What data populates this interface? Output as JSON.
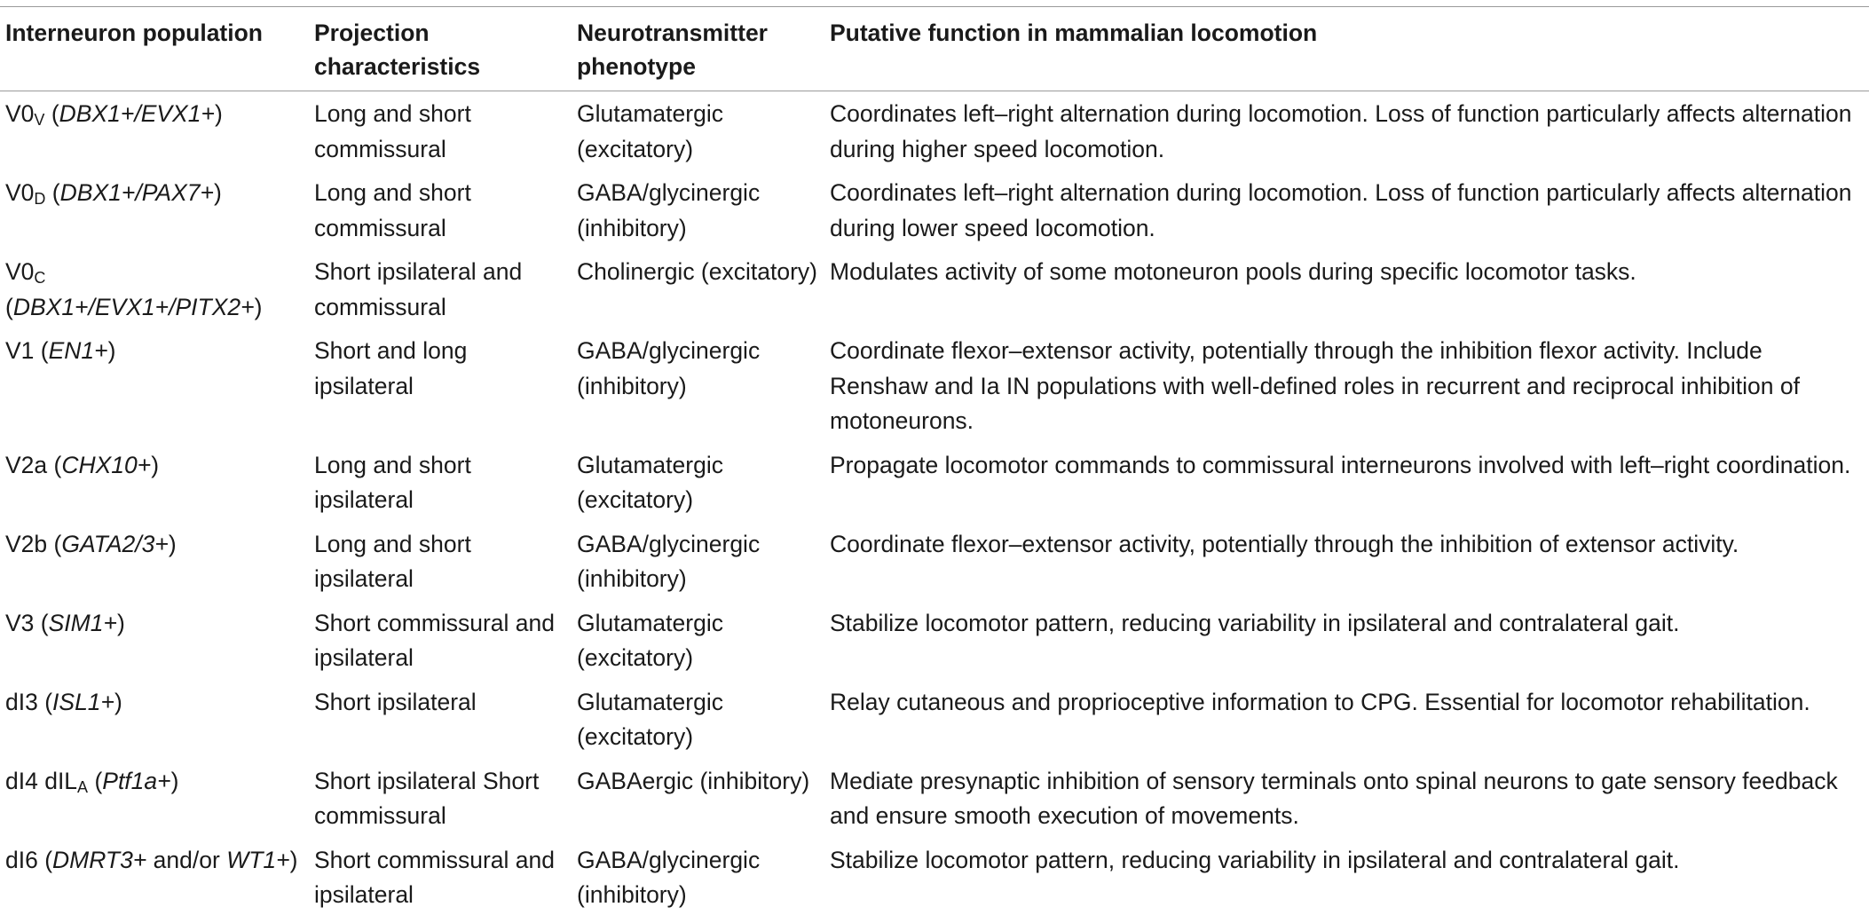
{
  "headers": {
    "population": "Interneuron population",
    "projection": "Projection characteristics",
    "neurotransmitter": "Neurotransmitter phenotype",
    "function": "Putative function in mammalian locomotion"
  },
  "rows": [
    {
      "pop": {
        "name": "V0",
        "sub": "V",
        "gene": "DBX1+/EVX1+",
        "prefix": " (",
        "suffix": ")"
      },
      "projection": "Long and short commissural",
      "neurotransmitter": "Glutamatergic (excitatory)",
      "function": "Coordinates left–right alternation during locomotion. Loss of function particularly affects alternation during higher speed locomotion."
    },
    {
      "pop": {
        "name": "V0",
        "sub": "D",
        "gene": "DBX1+/PAX7+",
        "prefix": " (",
        "suffix": ")"
      },
      "projection": "Long and short commissural",
      "neurotransmitter": "GABA/glycinergic (inhibitory)",
      "function": "Coordinates left–right alternation during locomotion. Loss of function particularly affects alternation during lower speed locomotion."
    },
    {
      "pop": {
        "name": "V0",
        "sub": "C",
        "gene": "DBX1+/EVX1+/PITX2+",
        "prefix": " (",
        "suffix": ")"
      },
      "projection": "Short ipsilateral and commissural",
      "neurotransmitter": "Cholinergic (excitatory)",
      "function": "Modulates activity of some motoneuron pools during specific locomotor tasks."
    },
    {
      "pop": {
        "name": "V1",
        "sub": "",
        "gene": "EN1+",
        "prefix": " (",
        "suffix": ")"
      },
      "projection": "Short and long ipsilateral",
      "neurotransmitter": "GABA/glycinergic (inhibitory)",
      "function": "Coordinate flexor–extensor activity, potentially through the inhibition flexor activity. Include Renshaw and Ia IN populations with well-defined roles in recurrent and reciprocal inhibition of motoneurons."
    },
    {
      "pop": {
        "name": "V2a",
        "sub": "",
        "gene": "CHX10+",
        "prefix": " (",
        "suffix": ")"
      },
      "projection": "Long and short ipsilateral",
      "neurotransmitter": "Glutamatergic (excitatory)",
      "function": "Propagate locomotor commands to commissural interneurons involved with left–right coordination."
    },
    {
      "pop": {
        "name": "V2b",
        "sub": "",
        "gene": "GATA2/3+",
        "prefix": " (",
        "suffix": ")"
      },
      "projection": "Long and short ipsilateral",
      "neurotransmitter": "GABA/glycinergic (inhibitory)",
      "function": "Coordinate flexor–extensor activity, potentially through the inhibition of extensor activity."
    },
    {
      "pop": {
        "name": "V3",
        "sub": "",
        "gene": "SIM1+",
        "prefix": " (",
        "suffix": ")"
      },
      "projection": "Short commissural and ipsilateral",
      "neurotransmitter": "Glutamatergic (excitatory)",
      "function": "Stabilize locomotor pattern, reducing variability in ipsilateral and contralateral gait."
    },
    {
      "pop": {
        "name": "dI3",
        "sub": "",
        "gene": "ISL1+",
        "prefix": " (",
        "suffix": ")"
      },
      "projection": "Short ipsilateral",
      "neurotransmitter": "Glutamatergic (excitatory)",
      "function": "Relay cutaneous and proprioceptive information to CPG. Essential for locomotor rehabilitation."
    },
    {
      "pop": {
        "name": "dI4 dIL",
        "sub": "A",
        "gene": "Ptf1a+",
        "prefix": " (",
        "suffix": ")"
      },
      "projection": "Short ipsilateral Short commissural",
      "neurotransmitter": "GABAergic (inhibitory)",
      "function": "Mediate presynaptic inhibition of sensory terminals onto spinal neurons to gate sensory feedback and ensure smooth execution of movements."
    },
    {
      "pop": {
        "name": "dI6",
        "sub": "",
        "gene": "DMRT3+",
        "prefix": " (",
        "suffix": " and/or ",
        "gene2": "WT1+",
        "suffix2": ")"
      },
      "projection": "Short commissural and ipsilateral",
      "neurotransmitter": "GABA/glycinergic (inhibitory)",
      "function": "Stabilize locomotor pattern, reducing variability in ipsilateral and contralateral gait."
    }
  ]
}
